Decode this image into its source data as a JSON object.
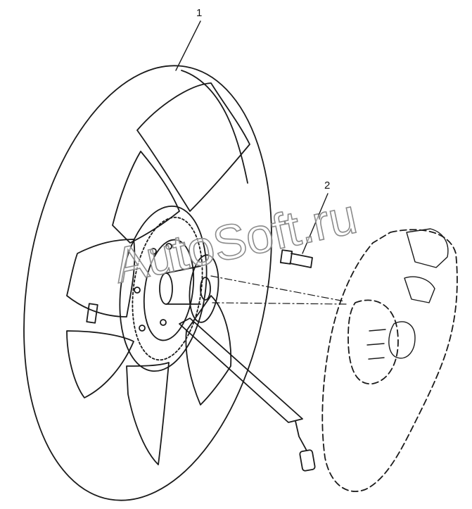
{
  "callouts": [
    {
      "id": "1",
      "label": "1"
    },
    {
      "id": "2",
      "label": "2"
    }
  ],
  "watermark": {
    "text": "AutoSoft.ru"
  },
  "colors": {
    "ink": "#1a1a1a",
    "watermark_fill": "#ffffff",
    "watermark_stroke": "#8a8a8a"
  }
}
